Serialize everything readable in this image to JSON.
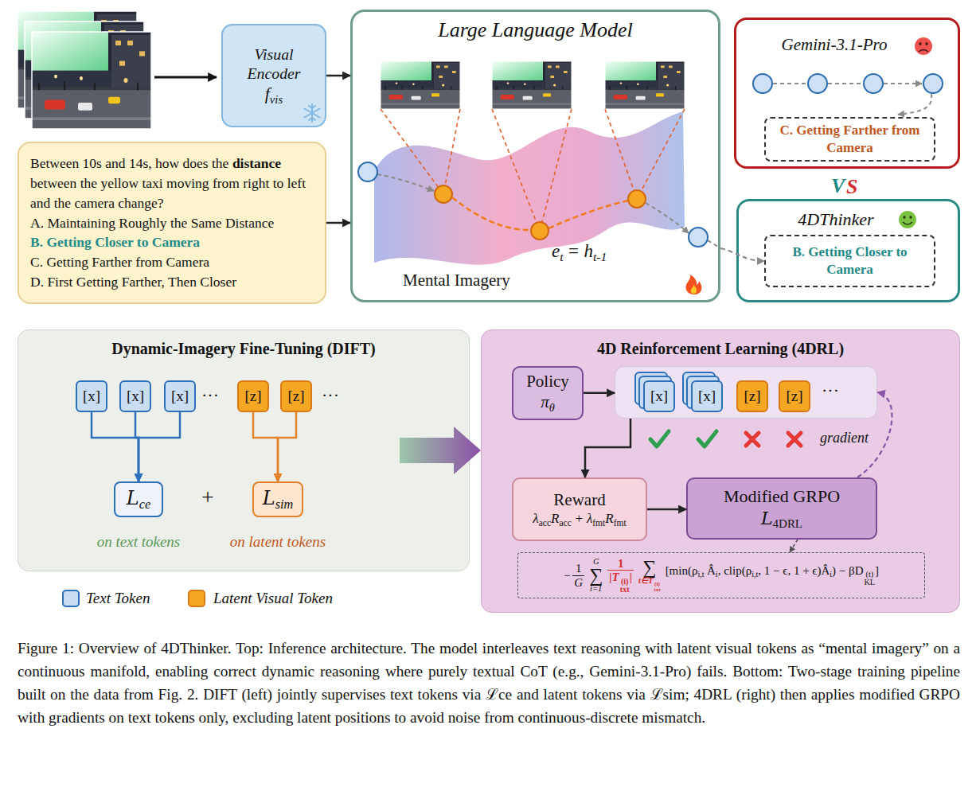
{
  "diagram": {
    "caption": "Figure 1: Overview of 4DThinker. Top: Inference architecture. The model interleaves text reasoning with latent visual tokens as “mental imagery” on a continuous manifold, enabling correct dynamic reasoning where purely textual CoT (e.g., Gemini-3.1-Pro) fails. Bottom: Two-stage training pipeline built on the data from Fig. 2. DIFT (left) jointly supervises text tokens via ℒce and latent tokens via ℒsim; 4DRL (right) then applies modified GRPO with gradients on text tokens only, excluding latent positions to avoid noise from continuous-discrete mismatch.",
    "nodes": [
      {
        "text": [
          "Visual Encoder",
          "f",
          "vis"
        ]
      },
      {
        "text": [
          "Between 10s and 14s, how does the",
          "distance",
          "between the yellow taxi moving from right to left and the camera change?",
          "A. Maintaining Roughly the Same Distance",
          "B. Getting Closer to Camera",
          "C. Getting Farther from Camera",
          "D. First Getting Farther, Then Closer"
        ]
      },
      {
        "text": [
          "Large Language Model",
          "e",
          "t",
          "=",
          "h",
          "t-1",
          "Mental Imagery"
        ]
      },
      {
        "text": [
          "Gemini-3.1-Pro"
        ]
      },
      {
        "text": [
          "C. Getting Farther from Camera"
        ],
        "in": 3
      },
      {
        "text": [
          "4DThinker"
        ]
      },
      {
        "text": [
          "B. Getting Closer to Camera"
        ],
        "in": 5
      },
      {
        "text": [
          "Dynamic-Imagery Fine-Tuning (DIFT)",
          "···",
          "···",
          "+",
          "on text tokens",
          "on latent tokens"
        ]
      },
      {
        "text": [
          "[x]"
        ],
        "in": 7
      },
      {
        "text": [
          "[x]"
        ],
        "in": 7
      },
      {
        "text": [
          "[x]"
        ],
        "in": 7
      },
      {
        "text": [
          "[z]"
        ],
        "in": 7
      },
      {
        "text": [
          "[z]"
        ],
        "in": 7
      },
      {
        "text": [
          "L",
          "ce"
        ],
        "in": 7
      },
      {
        "text": [
          "L",
          "sim"
        ],
        "in": 7
      },
      {
        "text": [
          "4D Reinforcement Learning (4DRL)",
          "gradient"
        ]
      },
      {
        "text": [
          "Policy",
          "π",
          "θ"
        ],
        "in": 15
      },
      {
        "text": [
          "···"
        ],
        "in": 15
      },
      {
        "text": [
          "[x]"
        ],
        "in": 17
      },
      {
        "text": [
          "[x]"
        ],
        "in": 17
      },
      {
        "text": [
          "[z]"
        ],
        "in": 17
      },
      {
        "text": [
          "[z]"
        ],
        "in": 17
      },
      {
        "text": [
          "Reward",
          "λ",
          "acc",
          "R",
          "acc",
          "+",
          "λ",
          "fmt",
          "R",
          "fmt"
        ],
        "in": 15
      },
      {
        "text": [
          "Modified GRPO",
          "L",
          "4DRL"
        ],
        "in": 15
      },
      {
        "text": [
          "−",
          "1",
          "G",
          "G",
          "∑",
          "i=1",
          "1",
          "|T",
          "(i)",
          "txt",
          "|",
          "∑",
          "t∈T",
          "(i)",
          "txt",
          "[min(ρ",
          "i,t",
          "Â",
          "i",
          ", clip(ρ",
          "i,t",
          ", 1 − ϵ, 1 + ϵ)",
          "Â",
          "i",
          ") − βD",
          "(t)",
          "KL",
          "]"
        ],
        "in": 15
      }
    ],
    "edges": [
      {
        "from": 0,
        "to": 2,
        "arrow": "to"
      },
      {
        "from": 1,
        "to": 2,
        "arrow": "to"
      },
      {
        "from": 2,
        "to": 6,
        "arrow": "to"
      },
      {
        "from": 8,
        "to": 13,
        "arrow": "to"
      },
      {
        "from": 9,
        "to": 13,
        "arrow": "to"
      },
      {
        "from": 10,
        "to": 13,
        "arrow": "to"
      },
      {
        "from": 11,
        "to": 14,
        "arrow": "to"
      },
      {
        "from": 12,
        "to": 14,
        "arrow": "to"
      },
      {
        "from": 7,
        "to": 15,
        "arrow": "to"
      },
      {
        "from": 16,
        "to": 17,
        "arrow": "to"
      },
      {
        "from": 17,
        "to": 22,
        "arrow": "to"
      },
      {
        "from": 22,
        "to": 23,
        "arrow": "to"
      },
      {
        "from": 23,
        "to": 17,
        "arrow": "to"
      },
      {
        "from": 23,
        "to": 24,
        "arrow": "to"
      }
    ],
    "labels": [
      "V",
      "S"
    ],
    "legend": [
      {
        "text": "Text Token",
        "color": "#c9ddf3"
      },
      {
        "text": "Latent Visual Token",
        "color": "#f5a623"
      }
    ]
  }
}
